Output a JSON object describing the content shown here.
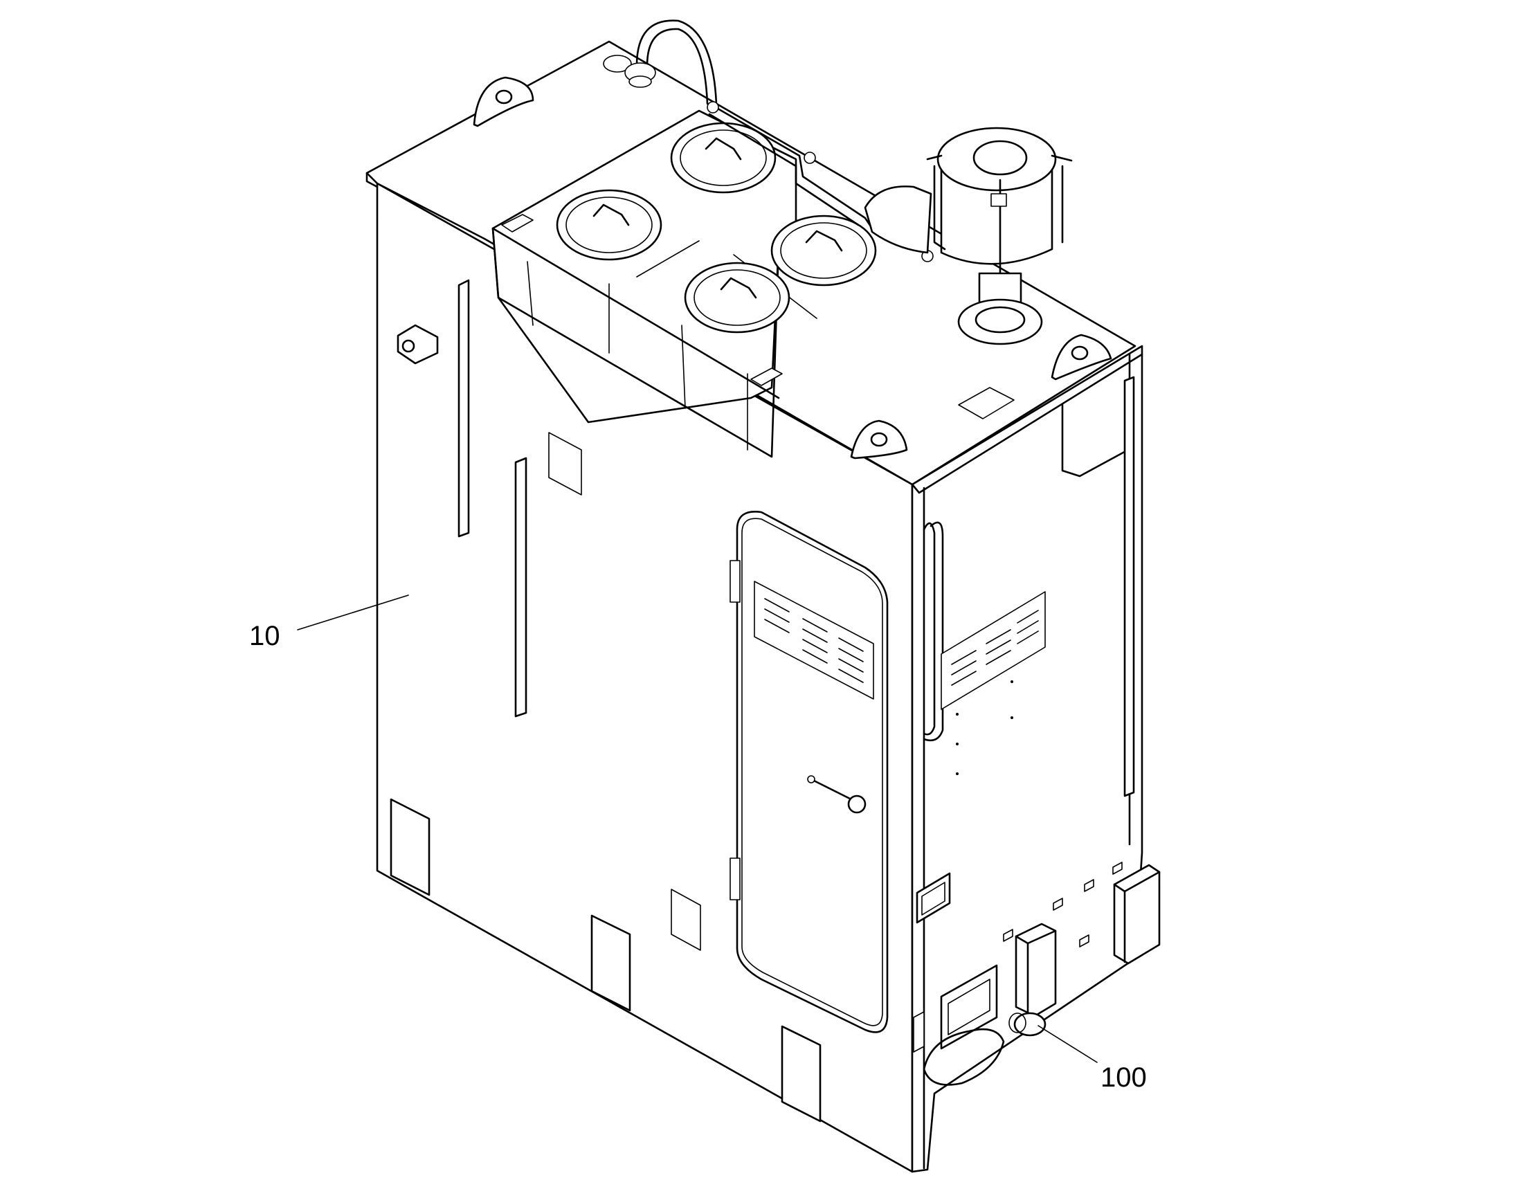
{
  "callouts": [
    {
      "id": "10",
      "label": "10"
    },
    {
      "id": "100",
      "label": "100"
    }
  ],
  "colors": {
    "line": "#000000",
    "background": "#ffffff"
  }
}
